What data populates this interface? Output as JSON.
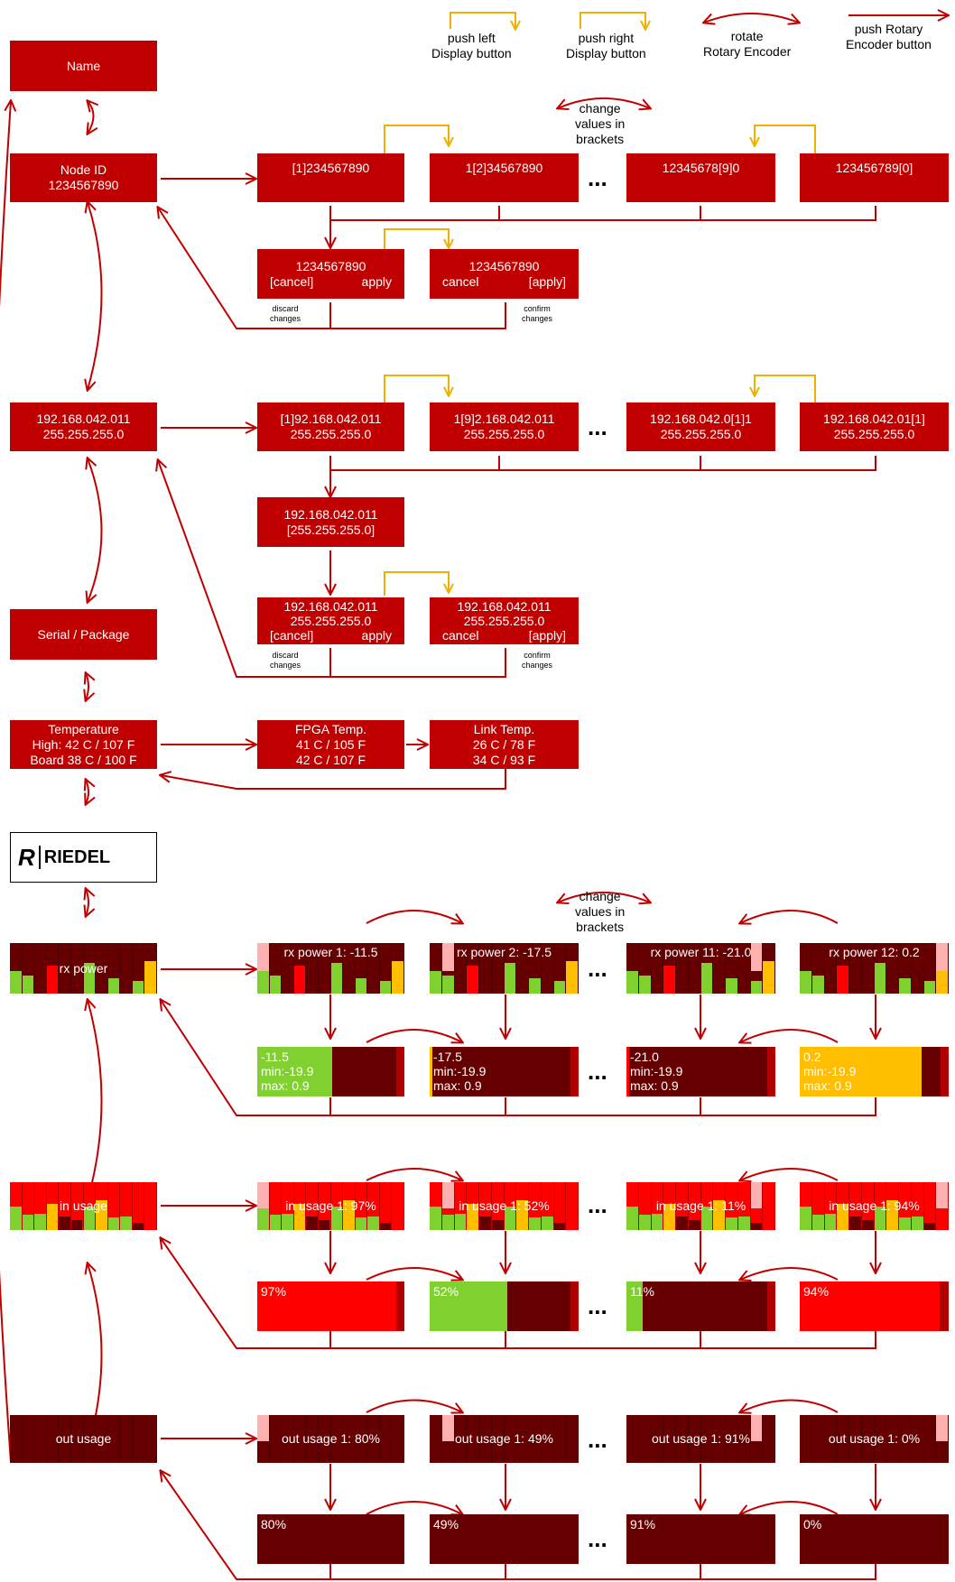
{
  "legend": {
    "push_left": "push left\nDisplay button",
    "push_right": "push right\nDisplay button",
    "rotate": "rotate\nRotary Encoder",
    "push_rotary": "push Rotary\nEncoder button",
    "change_values": "change\nvalues in\nbrackets"
  },
  "colors": {
    "red": "#c00000",
    "dark_red": "#660000",
    "green": "#80d030",
    "amber": "#ffbf00",
    "arrow": "#c00000",
    "yellow_arrow": "#f0b000"
  },
  "menu": {
    "name": "Name",
    "node_id": "Node ID\n1234567890",
    "ip": "192.168.042.011\n255.255.255.0",
    "serial": "Serial / Package",
    "temperature": "Temperature\nHigh: 42 C / 107 F\nBoard 38 C / 100 F",
    "rx_power": "rx power",
    "in_usage": "in usage",
    "out_usage": "out usage"
  },
  "node_edit": {
    "steps": [
      "[1]234567890",
      "1[2]34567890",
      "12345678[9]0",
      "123456789[0]"
    ],
    "confirm_a_value": "1234567890",
    "confirm_a_cancel": "[cancel]",
    "confirm_a_apply": "apply",
    "confirm_b_value": "1234567890",
    "confirm_b_cancel": "cancel",
    "confirm_b_apply": "[apply]",
    "discard": "discard\nchanges",
    "confirm": "confirm\nchanges"
  },
  "ip_edit": {
    "steps": [
      "[1]92.168.042.011\n255.255.255.0",
      "1[9]2.168.042.011\n255.255.255.0",
      "192.168.042.0[1]1\n255.255.255.0",
      "192.168.042.01[1]\n255.255.255.0"
    ],
    "mask_edit": "192.168.042.011\n[255.255.255.0]",
    "confirm_value": "192.168.042.011\n255.255.255.0",
    "confirm_a_cancel": "[cancel]",
    "confirm_a_apply": "apply",
    "confirm_b_cancel": "cancel",
    "confirm_b_apply": "[apply]",
    "discard": "discard\nchanges",
    "confirm": "confirm\nchanges"
  },
  "temp_detail": {
    "fpga": "FPGA Temp.\n41 C / 105 F\n42 C / 107 F",
    "link": "Link Temp.\n26 C / 78 F\n34 C / 93 F"
  },
  "logo": {
    "text": "RIEDEL"
  },
  "ellipsis": "...",
  "rx_power": {
    "channels": [
      {
        "label": "rx power 1: -11.5",
        "detail": "-11.5\nmin:-19.9\nmax: 0.9",
        "level": 0.51,
        "color": "#80d030"
      },
      {
        "label": "rx power 2: -17.5",
        "detail": "-17.5\nmin:-19.9\nmax: 0.9",
        "level": 0.02,
        "color": "#ffbf00"
      },
      {
        "label": "rx power 11: -21.0",
        "detail": "-21.0\nmin:-19.9\nmax: 0.9",
        "level": 0.02,
        "color": "#ff0000"
      },
      {
        "label": "rx power 12: 0.2",
        "detail": "0.2\nmin:-19.9\nmax: 0.9",
        "level": 0.82,
        "color": "#ffbf00"
      }
    ]
  },
  "in_usage": {
    "channels": [
      {
        "label": "in usage 1: 97%",
        "value": "97%",
        "level": 0.97,
        "color": "#ff0000"
      },
      {
        "label": "in usage 1: 52%",
        "value": "52%",
        "level": 0.52,
        "color": "#80d030"
      },
      {
        "label": "in usage 1: 11%",
        "value": "11%",
        "level": 0.11,
        "color": "#80d030"
      },
      {
        "label": "in usage 1: 94%",
        "value": "94%",
        "level": 0.94,
        "color": "#ff0000"
      }
    ]
  },
  "out_usage": {
    "channels": [
      {
        "label": "out usage 1: 80%",
        "value": "80%"
      },
      {
        "label": "out usage 1: 49%",
        "value": "49%"
      },
      {
        "label": "out usage 1: 91%",
        "value": "91%"
      },
      {
        "label": "out usage 1: 0%",
        "value": "0%"
      }
    ]
  }
}
